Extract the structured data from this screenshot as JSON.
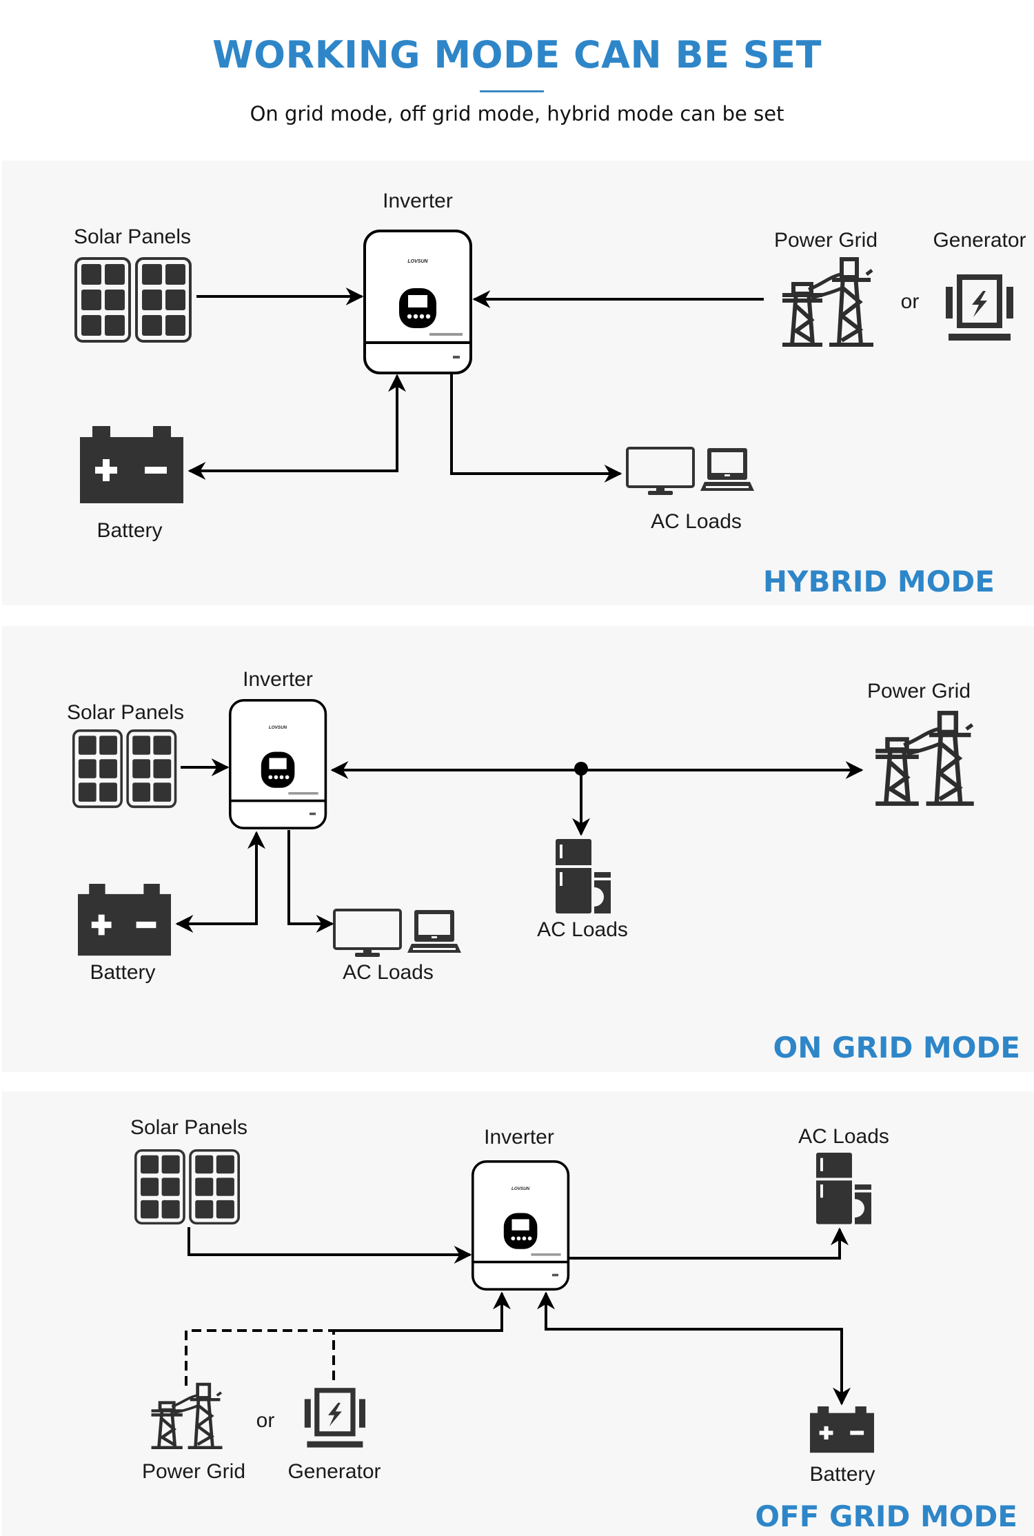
{
  "header": {
    "title": "WORKING MODE CAN BE SET",
    "subtitle": "On grid mode, off grid mode, hybrid mode can be set"
  },
  "colors": {
    "accent": "#2e86c8",
    "panel_bg": "#f7f7f7",
    "icon": "#333333",
    "line": "#000000"
  },
  "inverter_brand": "LOVSUN",
  "hybrid": {
    "mode_label": "HYBRID MODE",
    "solar_label": "Solar Panels",
    "inverter_label": "Inverter",
    "grid_label": "Power Grid",
    "or_label": "or",
    "generator_label": "Generator",
    "battery_label": "Battery",
    "loads_label": "AC Loads"
  },
  "on_grid": {
    "mode_label": "ON GRID MODE",
    "solar_label": "Solar Panels",
    "inverter_label": "Inverter",
    "grid_label": "Power Grid",
    "battery_label": "Battery",
    "loads_label": "AC Loads",
    "grid_loads_label": "AC Loads"
  },
  "off_grid": {
    "mode_label": "OFF GRID MODE",
    "solar_label": "Solar Panels",
    "inverter_label": "Inverter",
    "loads_label": "AC Loads",
    "grid_label": "Power Grid",
    "or_label": "or",
    "generator_label": "Generator",
    "battery_label": "Battery"
  }
}
